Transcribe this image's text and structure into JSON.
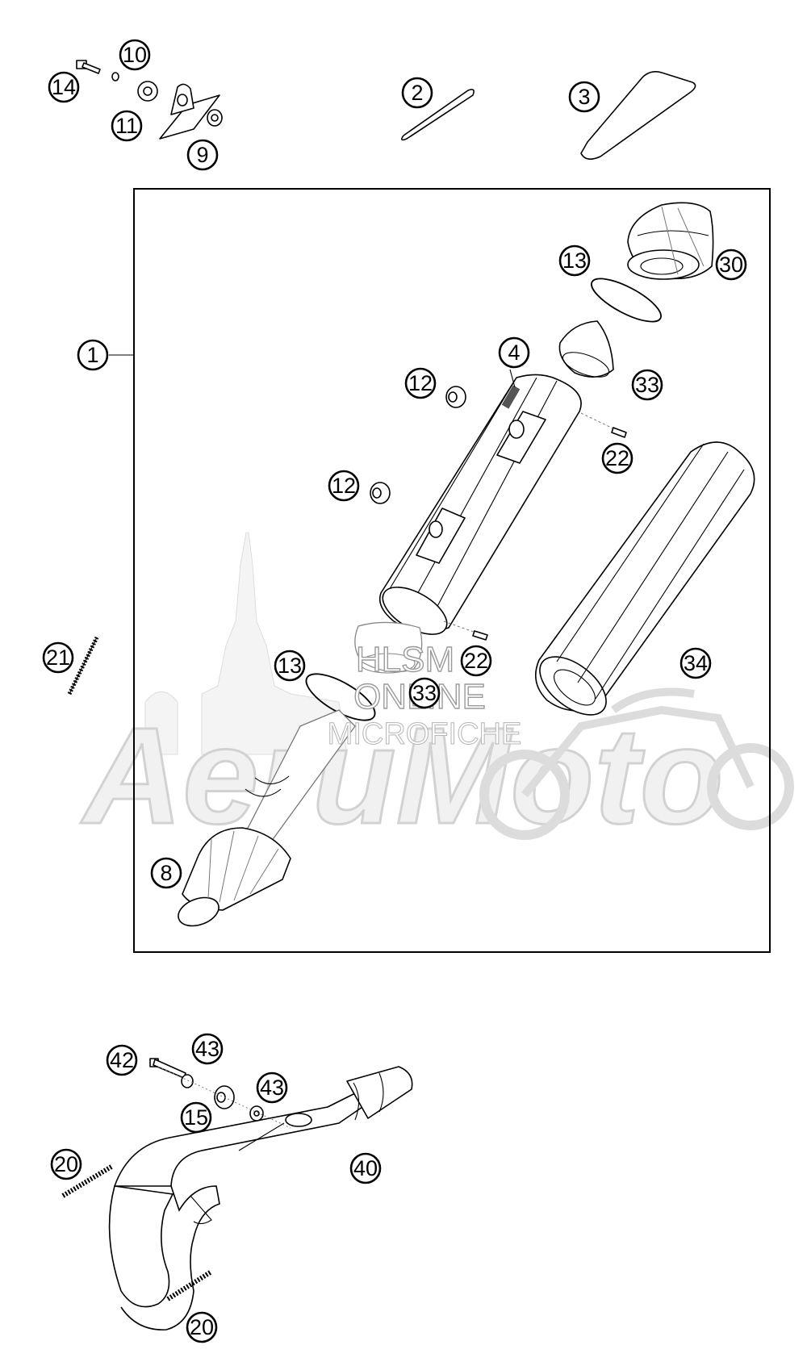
{
  "callouts": {
    "p1": "1",
    "p2": "2",
    "p3": "3",
    "p4": "4",
    "p8": "8",
    "p9": "9",
    "p10": "10",
    "p11": "11",
    "p12a": "12",
    "p12b": "12",
    "p13a": "13",
    "p13b": "13",
    "p14": "14",
    "p15": "15",
    "p20a": "20",
    "p20b": "20",
    "p21": "21",
    "p22a": "22",
    "p22b": "22",
    "p30": "30",
    "p33a": "33",
    "p33b": "33",
    "p34": "34",
    "p40": "40",
    "p42": "42",
    "p43a": "43",
    "p43b": "43"
  },
  "watermark": {
    "line1": "HLSM",
    "line2": "ONLINE",
    "line3": "MICROFICHE",
    "brand": "AeruMoto"
  }
}
